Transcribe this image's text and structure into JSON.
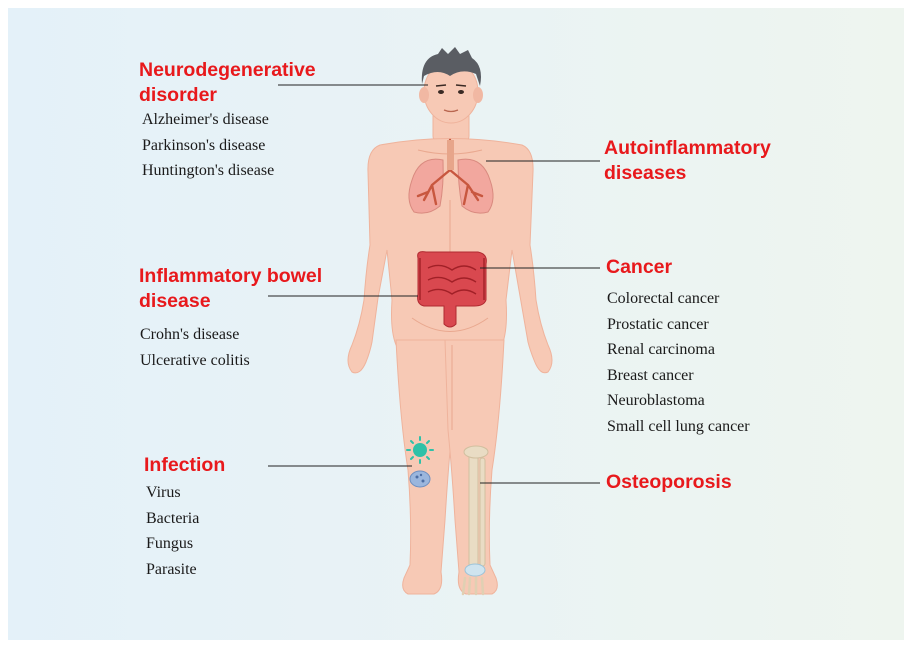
{
  "callouts": {
    "neuro": {
      "heading": "Neurodegenerative\ndisorder",
      "items": [
        "Alzheimer's disease",
        "Parkinson's disease",
        "Huntington's disease"
      ]
    },
    "autoinflammatory": {
      "heading": "Autoinflammatory\ndiseases",
      "items": []
    },
    "ibd": {
      "heading": "Inflammatory bowel\ndisease",
      "items": [
        "Crohn's disease",
        "Ulcerative colitis"
      ]
    },
    "cancer": {
      "heading": "Cancer",
      "items": [
        "Colorectal cancer",
        "Prostatic cancer",
        "Renal carcinoma",
        "Breast cancer",
        "Neuroblastoma",
        "Small cell lung cancer"
      ]
    },
    "infection": {
      "heading": "Infection",
      "items": [
        "Virus",
        "Bacteria",
        "Fungus",
        "Parasite"
      ]
    },
    "osteoporosis": {
      "heading": "Osteoporosis",
      "items": []
    }
  },
  "colors": {
    "heading": "#e8191c",
    "skin": "#f7c9b5",
    "skin_shade": "#efb39c",
    "lung": "#f2a79e",
    "bronchi": "#c8573f",
    "intestine": "#d9484f",
    "bone": "#e9dcc4",
    "virus": "#2fc1a8",
    "bacteria": "#9bb6dd",
    "hair": "#5a5d63"
  }
}
